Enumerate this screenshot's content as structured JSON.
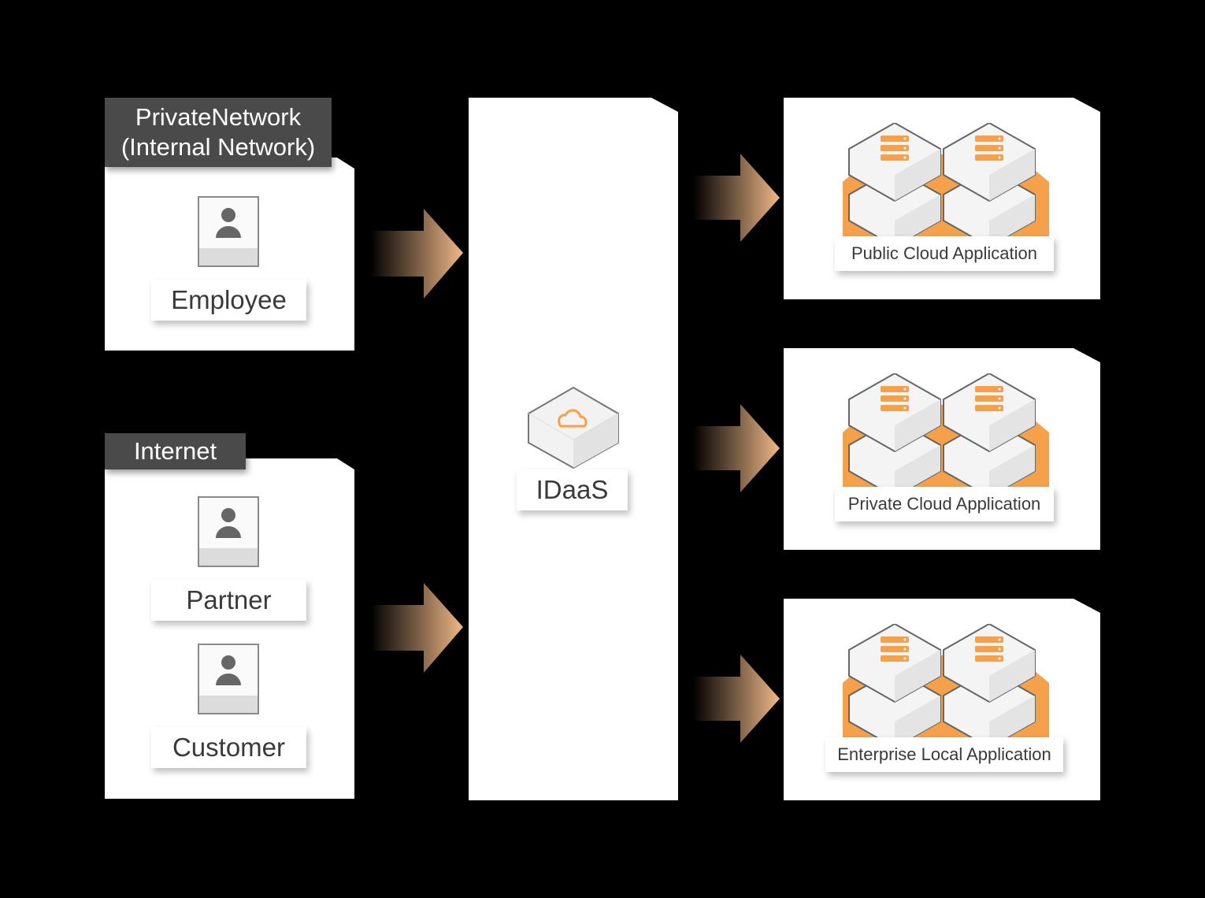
{
  "sources": {
    "private_network": {
      "title_line1": "PrivateNetwork",
      "title_line2": "(Internal Network)",
      "users": [
        {
          "label": "Employee",
          "icon": "user-icon"
        }
      ]
    },
    "internet": {
      "title": "Internet",
      "users": [
        {
          "label": "Partner",
          "icon": "user-icon"
        },
        {
          "label": "Customer",
          "icon": "user-icon"
        }
      ]
    }
  },
  "hub": {
    "label": "IDaaS",
    "icon": "cloud-key-icon"
  },
  "targets": [
    {
      "label": "Public Cloud Application",
      "icon": "server-cluster-icon"
    },
    {
      "label": "Private Cloud Application",
      "icon": "server-cluster-icon"
    },
    {
      "label": "Enterprise Local Application",
      "icon": "server-cluster-icon"
    }
  ],
  "colors": {
    "accent": "#f5a04a",
    "tag_bg": "#4a4a4a",
    "arrow_start": "#000000",
    "arrow_end": "#f0b888"
  }
}
